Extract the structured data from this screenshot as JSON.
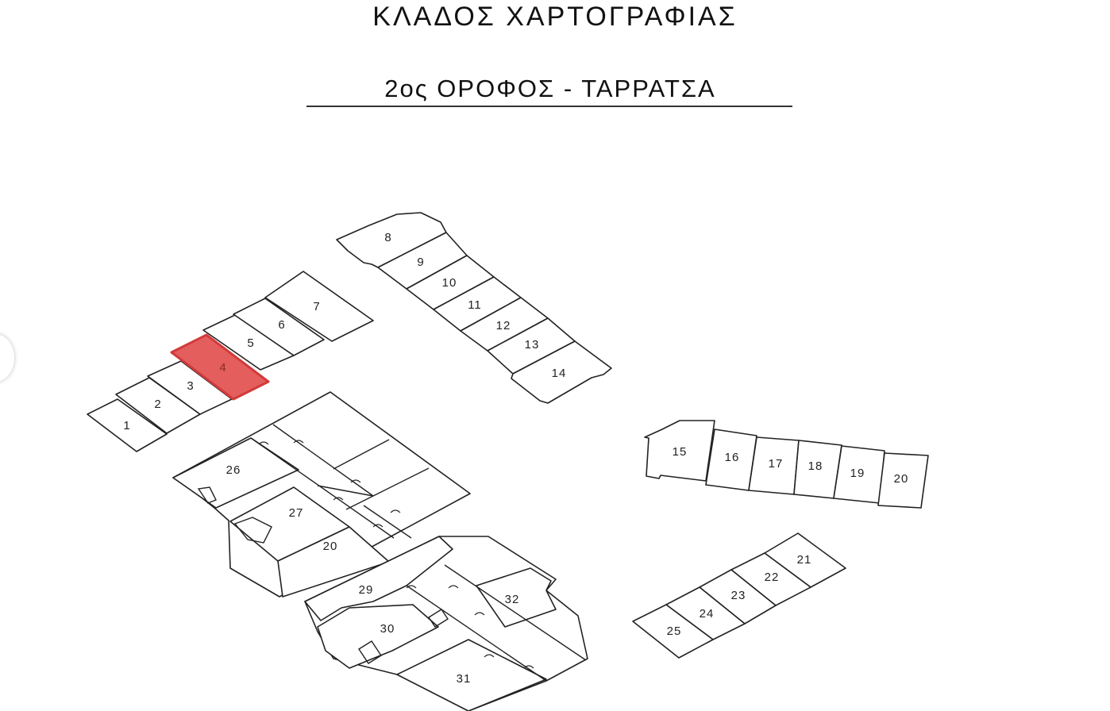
{
  "header": {
    "title": "ΚΛΑΔΟΣ ΧΑΡΤΟΓΡΑΦΙΑΣ",
    "subtitle": "2ος ΟΡΟΦΟΣ - ΤΑΡΡΑΤΣΑ"
  },
  "colors": {
    "highlight_fill": "#e04848",
    "highlight_stroke": "#d23a3a",
    "line": "#222222",
    "background": "#ffffff"
  },
  "selected_room": "4",
  "rooms": {
    "r1": "1",
    "r2": "2",
    "r3": "3",
    "r4": "4",
    "r5": "5",
    "r6": "6",
    "r7": "7",
    "r8": "8",
    "r9": "9",
    "r10": "10",
    "r11": "11",
    "r12": "12",
    "r13": "13",
    "r14": "14",
    "r15": "15",
    "r16": "16",
    "r17": "17",
    "r18": "18",
    "r19": "19",
    "r20": "20",
    "r21": "21",
    "r22": "22",
    "r23": "23",
    "r24": "24",
    "r25": "25",
    "r26": "26",
    "r27": "27",
    "r20b": "20",
    "r29": "29",
    "r30": "30",
    "r31": "31",
    "r32": "32"
  },
  "side_handle": {
    "icon": "circle-handle-icon"
  }
}
